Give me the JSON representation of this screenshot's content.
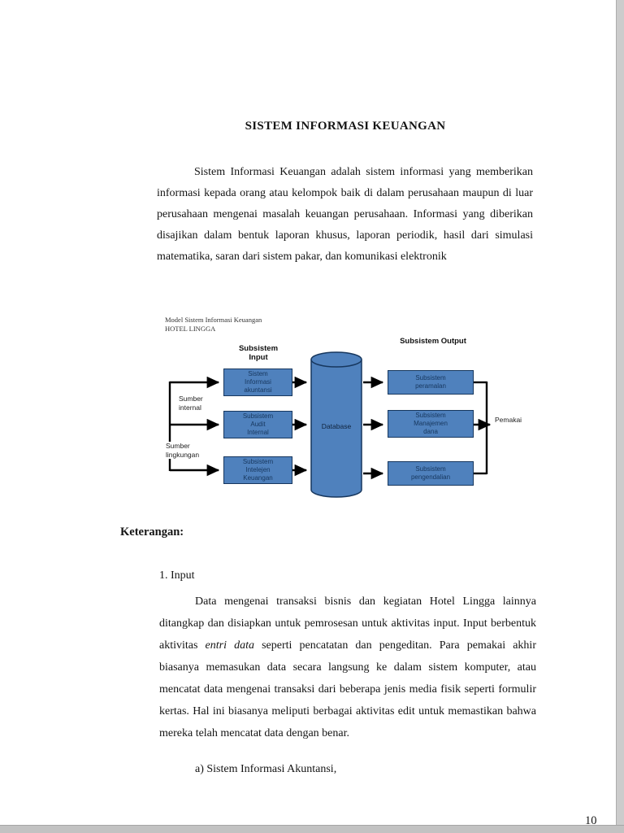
{
  "document": {
    "title": "SISTEM INFORMASI KEUANGAN",
    "intro": "Sistem Informasi Keuangan adalah sistem informasi yang memberikan informasi kepada orang atau kelompok baik di dalam perusahaan maupun di luar perusahaan mengenai masalah keuangan perusahaan. Informasi yang diberikan disajikan dalam bentuk laporan khusus, laporan periodik, hasil dari simulasi matematika, saran dari sistem pakar, dan komunikasi elektronik",
    "keterangan_heading": "Keterangan:",
    "item_number": "1. Input",
    "input_para_part1": "Data mengenai transaksi bisnis dan kegiatan Hotel Lingga lainnya ditangkap dan disiapkan untuk pemrosesan untuk aktivitas input. Input berbentuk aktivitas ",
    "input_para_italic": "entri data",
    "input_para_part2": " seperti pencatatan dan pengeditan. Para pemakai akhir biasanya memasukan data secara langsung ke dalam sistem komputer, atau mencatat data mengenai transaksi dari beberapa jenis media fisik seperti formulir kertas. Hal ini biasanya meliputi berbagai aktivitas edit untuk memastikan bahwa mereka telah mencatat data dengan benar.",
    "sub_item_a": "a) Sistem Informasi Akuntansi,",
    "page_number": "10"
  },
  "diagram": {
    "caption": "Model Sistem Informasi Keuangan\nHOTEL LINGGA",
    "input_header": "Subsistem\nInput",
    "output_header": "Subsistem Output",
    "left_boxes": [
      {
        "label": "Sistem\nInformasi\nakuntansi"
      },
      {
        "label": "Subsistem\nAudit\nInternal"
      },
      {
        "label": "Subsistem\nIntelejen\nKeuangan"
      }
    ],
    "right_boxes": [
      {
        "label": "Subsistem\nperamalan"
      },
      {
        "label": "Subsistem\nManajemen\ndana"
      },
      {
        "label": "Subsistem\npengendalian"
      }
    ],
    "database_label": "Database",
    "sumber_internal": "Sumber\ninternal",
    "sumber_lingkungan": "Sumber\nlingkungan",
    "pemakai": "Pemakai",
    "colors": {
      "box_fill": "#4f81bd",
      "box_border": "#17375e",
      "arrow": "#000000"
    }
  }
}
